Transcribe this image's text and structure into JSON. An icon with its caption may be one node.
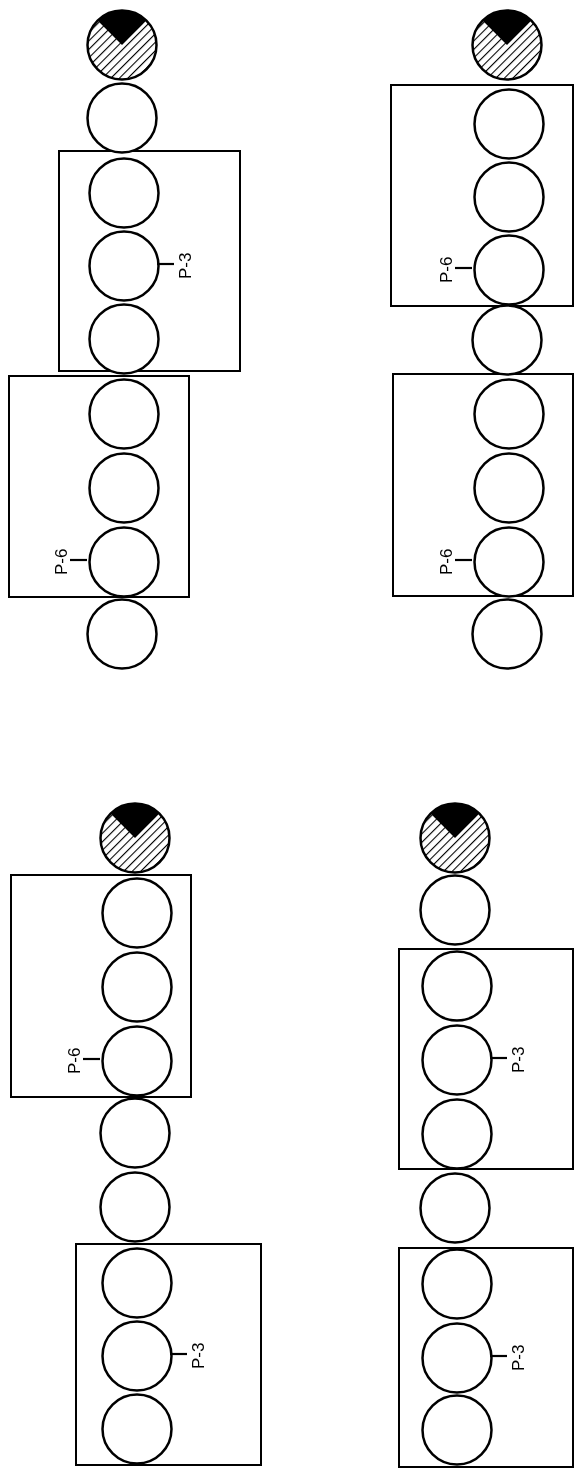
{
  "diagram": {
    "nodes": [
      {
        "text": [],
        "shape": "circle"
      },
      {
        "text": [],
        "shape": "circle"
      },
      {
        "text": [],
        "shape": "box"
      },
      {
        "text": [],
        "shape": "circle",
        "in": 2
      },
      {
        "text": [],
        "shape": "circle",
        "in": 2
      },
      {
        "text": [
          "P-3"
        ],
        "in": 2
      },
      {
        "text": [],
        "shape": "circle",
        "in": 2
      },
      {
        "text": [],
        "shape": "box"
      },
      {
        "text": [],
        "shape": "circle",
        "in": 7
      },
      {
        "text": [],
        "shape": "circle",
        "in": 7
      },
      {
        "text": [
          "P-6"
        ],
        "in": 7
      },
      {
        "text": [],
        "shape": "circle",
        "in": 7
      },
      {
        "text": [],
        "shape": "circle"
      },
      {
        "text": [],
        "shape": "circle"
      },
      {
        "text": [],
        "shape": "box"
      },
      {
        "text": [],
        "shape": "circle",
        "in": 14
      },
      {
        "text": [],
        "shape": "circle",
        "in": 14
      },
      {
        "text": [
          "P-6"
        ],
        "in": 14
      },
      {
        "text": [],
        "shape": "circle",
        "in": 14
      },
      {
        "text": [],
        "shape": "circle"
      },
      {
        "text": [],
        "shape": "box"
      },
      {
        "text": [],
        "shape": "circle",
        "in": 20
      },
      {
        "text": [],
        "shape": "circle",
        "in": 20
      },
      {
        "text": [
          "P-6"
        ],
        "in": 20
      },
      {
        "text": [],
        "shape": "circle",
        "in": 20
      },
      {
        "text": [],
        "shape": "circle"
      },
      {
        "text": [],
        "shape": "circle"
      },
      {
        "text": [],
        "shape": "box"
      },
      {
        "text": [],
        "shape": "circle",
        "in": 27
      },
      {
        "text": [],
        "shape": "circle",
        "in": 27
      },
      {
        "text": [
          "P-6"
        ],
        "in": 27
      },
      {
        "text": [],
        "shape": "circle",
        "in": 27
      },
      {
        "text": [],
        "shape": "circle"
      },
      {
        "text": [],
        "shape": "circle"
      },
      {
        "text": [],
        "shape": "box"
      },
      {
        "text": [],
        "shape": "circle",
        "in": 34
      },
      {
        "text": [],
        "shape": "circle",
        "in": 34
      },
      {
        "text": [
          "P-3"
        ],
        "in": 34
      },
      {
        "text": [],
        "shape": "circle",
        "in": 34
      },
      {
        "text": [],
        "shape": "circle"
      },
      {
        "text": [],
        "shape": "circle"
      },
      {
        "text": [],
        "shape": "box"
      },
      {
        "text": [],
        "shape": "circle",
        "in": 41
      },
      {
        "text": [],
        "shape": "circle",
        "in": 41
      },
      {
        "text": [
          "P-3"
        ],
        "in": 41
      },
      {
        "text": [],
        "shape": "circle",
        "in": 41
      },
      {
        "text": [],
        "shape": "circle"
      },
      {
        "text": [],
        "shape": "box"
      },
      {
        "text": [],
        "shape": "circle",
        "in": 47
      },
      {
        "text": [],
        "shape": "circle",
        "in": 47
      },
      {
        "text": [
          "P-3"
        ],
        "in": 47
      },
      {
        "text": [],
        "shape": "circle",
        "in": 47
      }
    ],
    "edges": [
      {
        "from": 5,
        "to": 4,
        "arrow": "none"
      },
      {
        "from": 10,
        "to": 11,
        "arrow": "none"
      },
      {
        "from": 17,
        "to": 18,
        "arrow": "none"
      },
      {
        "from": 23,
        "to": 24,
        "arrow": "none"
      },
      {
        "from": 30,
        "to": 31,
        "arrow": "none"
      },
      {
        "from": 37,
        "to": 36,
        "arrow": "none"
      },
      {
        "from": 44,
        "to": 43,
        "arrow": "none"
      },
      {
        "from": 50,
        "to": 49,
        "arrow": "none"
      }
    ]
  }
}
